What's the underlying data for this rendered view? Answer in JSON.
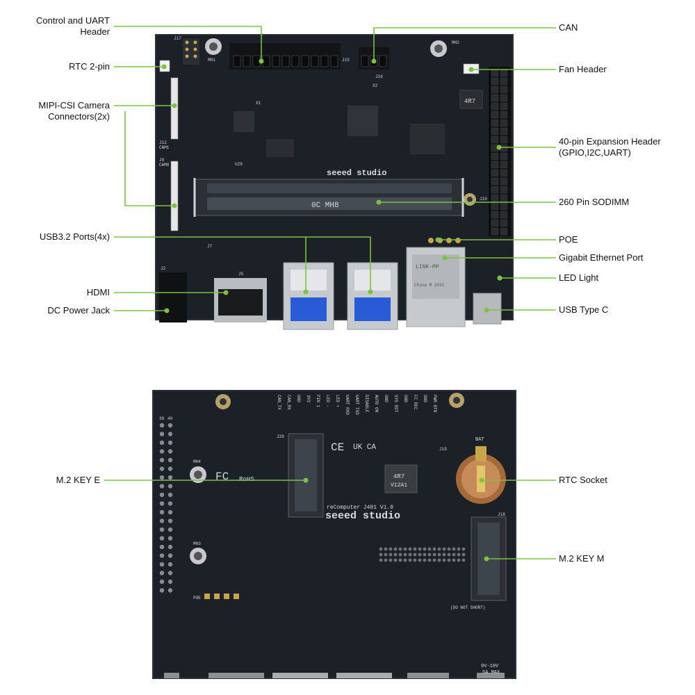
{
  "colors": {
    "leader_line": "#7cc242",
    "board": "#1c2127",
    "board_edge": "#2b3138",
    "silk": "#d8dbe0",
    "gold": "#c9a44b",
    "usb_blue": "#2a5bd7"
  },
  "top_view": {
    "labels_left": [
      {
        "key": "control_uart",
        "lines": [
          "Control and UART",
          "Header"
        ]
      },
      {
        "key": "rtc_2pin",
        "lines": [
          "RTC 2-pin"
        ]
      },
      {
        "key": "mipi_csi",
        "lines": [
          "MIPI-CSI Camera",
          "Connectors(2x)"
        ]
      },
      {
        "key": "usb32",
        "lines": [
          "USB3.2 Ports(4x)"
        ]
      },
      {
        "key": "hdmi",
        "lines": [
          "HDMI"
        ]
      },
      {
        "key": "dc_jack",
        "lines": [
          "DC Power Jack"
        ]
      }
    ],
    "labels_right": [
      {
        "key": "can",
        "lines": [
          "CAN"
        ]
      },
      {
        "key": "fan",
        "lines": [
          "Fan Header"
        ]
      },
      {
        "key": "gpio40",
        "lines": [
          "40-pin Expansion Header",
          "(GPIO,I2C,UART)"
        ]
      },
      {
        "key": "sodimm",
        "lines": [
          "260 Pin SODIMM"
        ]
      },
      {
        "key": "poe",
        "lines": [
          "POE"
        ]
      },
      {
        "key": "ethernet",
        "lines": [
          "Gigabit Ethernet Port"
        ]
      },
      {
        "key": "led",
        "lines": [
          "LED Light"
        ]
      },
      {
        "key": "usbc",
        "lines": [
          "USB Type C"
        ]
      }
    ],
    "silk": {
      "brand": "seeed studio",
      "sodimm_mark": "0C MH8",
      "inductor": "4R7",
      "j15": "J15",
      "j16": "J16",
      "j17": "J17",
      "j12": "J12",
      "cam1": "CAM1",
      "j9": "J9",
      "cam0": "CAM0",
      "j2": "J2",
      "j5": "J5",
      "j7": "J7",
      "mh1": "MH1",
      "mh2": "MH2",
      "x1": "X1",
      "x2": "X2",
      "u29": "U29",
      "j10": "J10",
      "mag": "LINK-PP",
      "mag_origin": "China M 2031"
    }
  },
  "bottom_view": {
    "labels_left": [
      {
        "key": "m2e",
        "lines": [
          "M.2 KEY E"
        ]
      }
    ],
    "labels_right": [
      {
        "key": "rtc_socket",
        "lines": [
          "RTC Socket"
        ]
      },
      {
        "key": "m2m",
        "lines": [
          "M.2 KEY M"
        ]
      }
    ],
    "silk": {
      "brand": "seeed studio",
      "model": "reComputer J401 V1.0",
      "cert": [
        "CE",
        "UK CA",
        "FC",
        "RoHS"
      ],
      "inductor": [
        "4R7",
        "V12A1"
      ],
      "bat": "BAT",
      "j19": "J19",
      "j18": "J18",
      "j20": "J20",
      "mh3": "MH3",
      "mh4": "MH4",
      "do_not_short": "(DO NOT SHORT)",
      "voltage": [
        "9V-19V",
        "5A MAX."
      ],
      "poe": "POE",
      "pins_top": [
        "CAN_TX",
        "CAN_RX",
        "GND",
        "3V3",
        "PIN 1",
        "LED -",
        "LED +",
        "UART RXD",
        "UART TXD",
        "DISABLE",
        "AUTO ON",
        "GND",
        "SYS RST",
        "GND",
        "FC REC",
        "GND",
        "PWR BTN"
      ],
      "header_pins": [
        "39",
        "40"
      ]
    }
  }
}
